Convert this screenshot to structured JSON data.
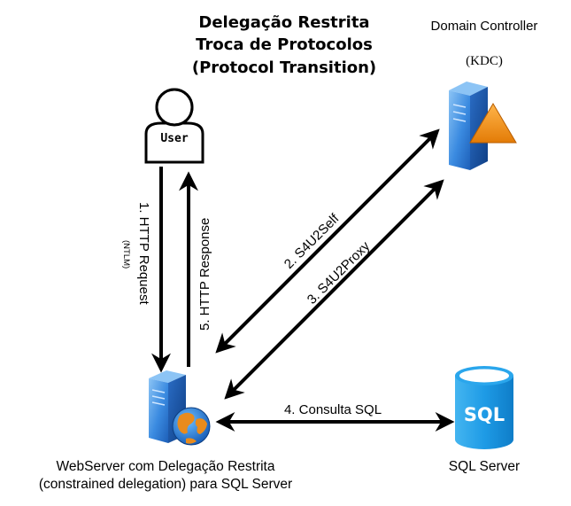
{
  "title": {
    "line1": "Delegação Restrita",
    "line2": "Troca de Protocolos",
    "line3": "(Protocol Transition)"
  },
  "domain_controller": {
    "label": "Domain Controller",
    "sublabel": "(KDC)",
    "icon": "server-warning-icon"
  },
  "user": {
    "label": "User",
    "icon": "user-icon"
  },
  "arrows": {
    "http_request": "1. HTTP Request",
    "ntlm": "(NTLM)",
    "http_response": "5. HTTP Response",
    "s4u2self": "2. S4U2Self",
    "s4u2proxy": "3. S4U2Proxy",
    "consulta_sql": "4. Consulta SQL"
  },
  "webserver": {
    "label_line1": "WebServer com Delegação Restrita",
    "label_line2": "(constrained delegation) para SQL Server",
    "icon": "web-server-globe-icon"
  },
  "sql_server": {
    "label": "SQL Server",
    "icon_text": "SQL",
    "icon": "database-icon"
  },
  "colors": {
    "server_blue": "#2f7fd8",
    "server_dark": "#1b4f9c",
    "warning_orange": "#f29a1c",
    "db_blue": "#1e9be6"
  }
}
